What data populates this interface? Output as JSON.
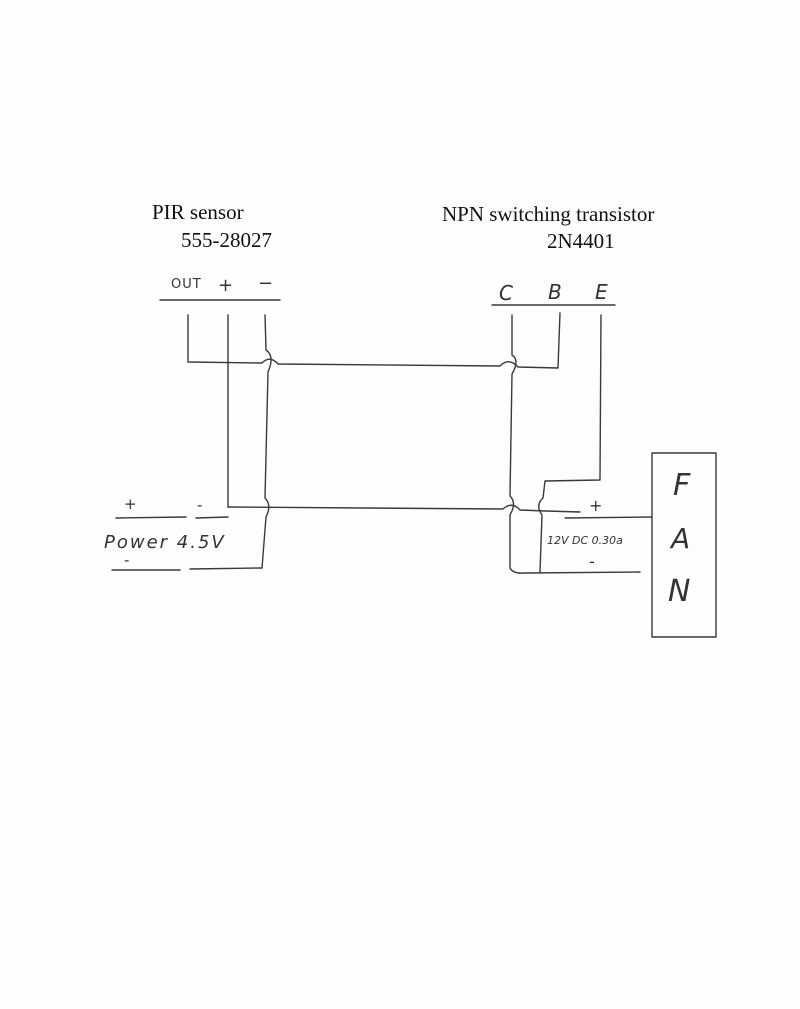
{
  "pir": {
    "title": "PIR sensor",
    "part_number": "555-28027",
    "pins": [
      "OUT",
      "+",
      "−"
    ]
  },
  "transistor": {
    "title": "NPN switching transistor",
    "part_number": "2N4401",
    "pins": [
      "C",
      "B",
      "E"
    ]
  },
  "power": {
    "plus": "+",
    "minus": "-",
    "dash": "-",
    "label": "Power 4.5V"
  },
  "fan": {
    "plus": "+",
    "minus": "-",
    "rating": "12V DC 0.30a",
    "letters": [
      "F",
      "A",
      "N"
    ]
  }
}
